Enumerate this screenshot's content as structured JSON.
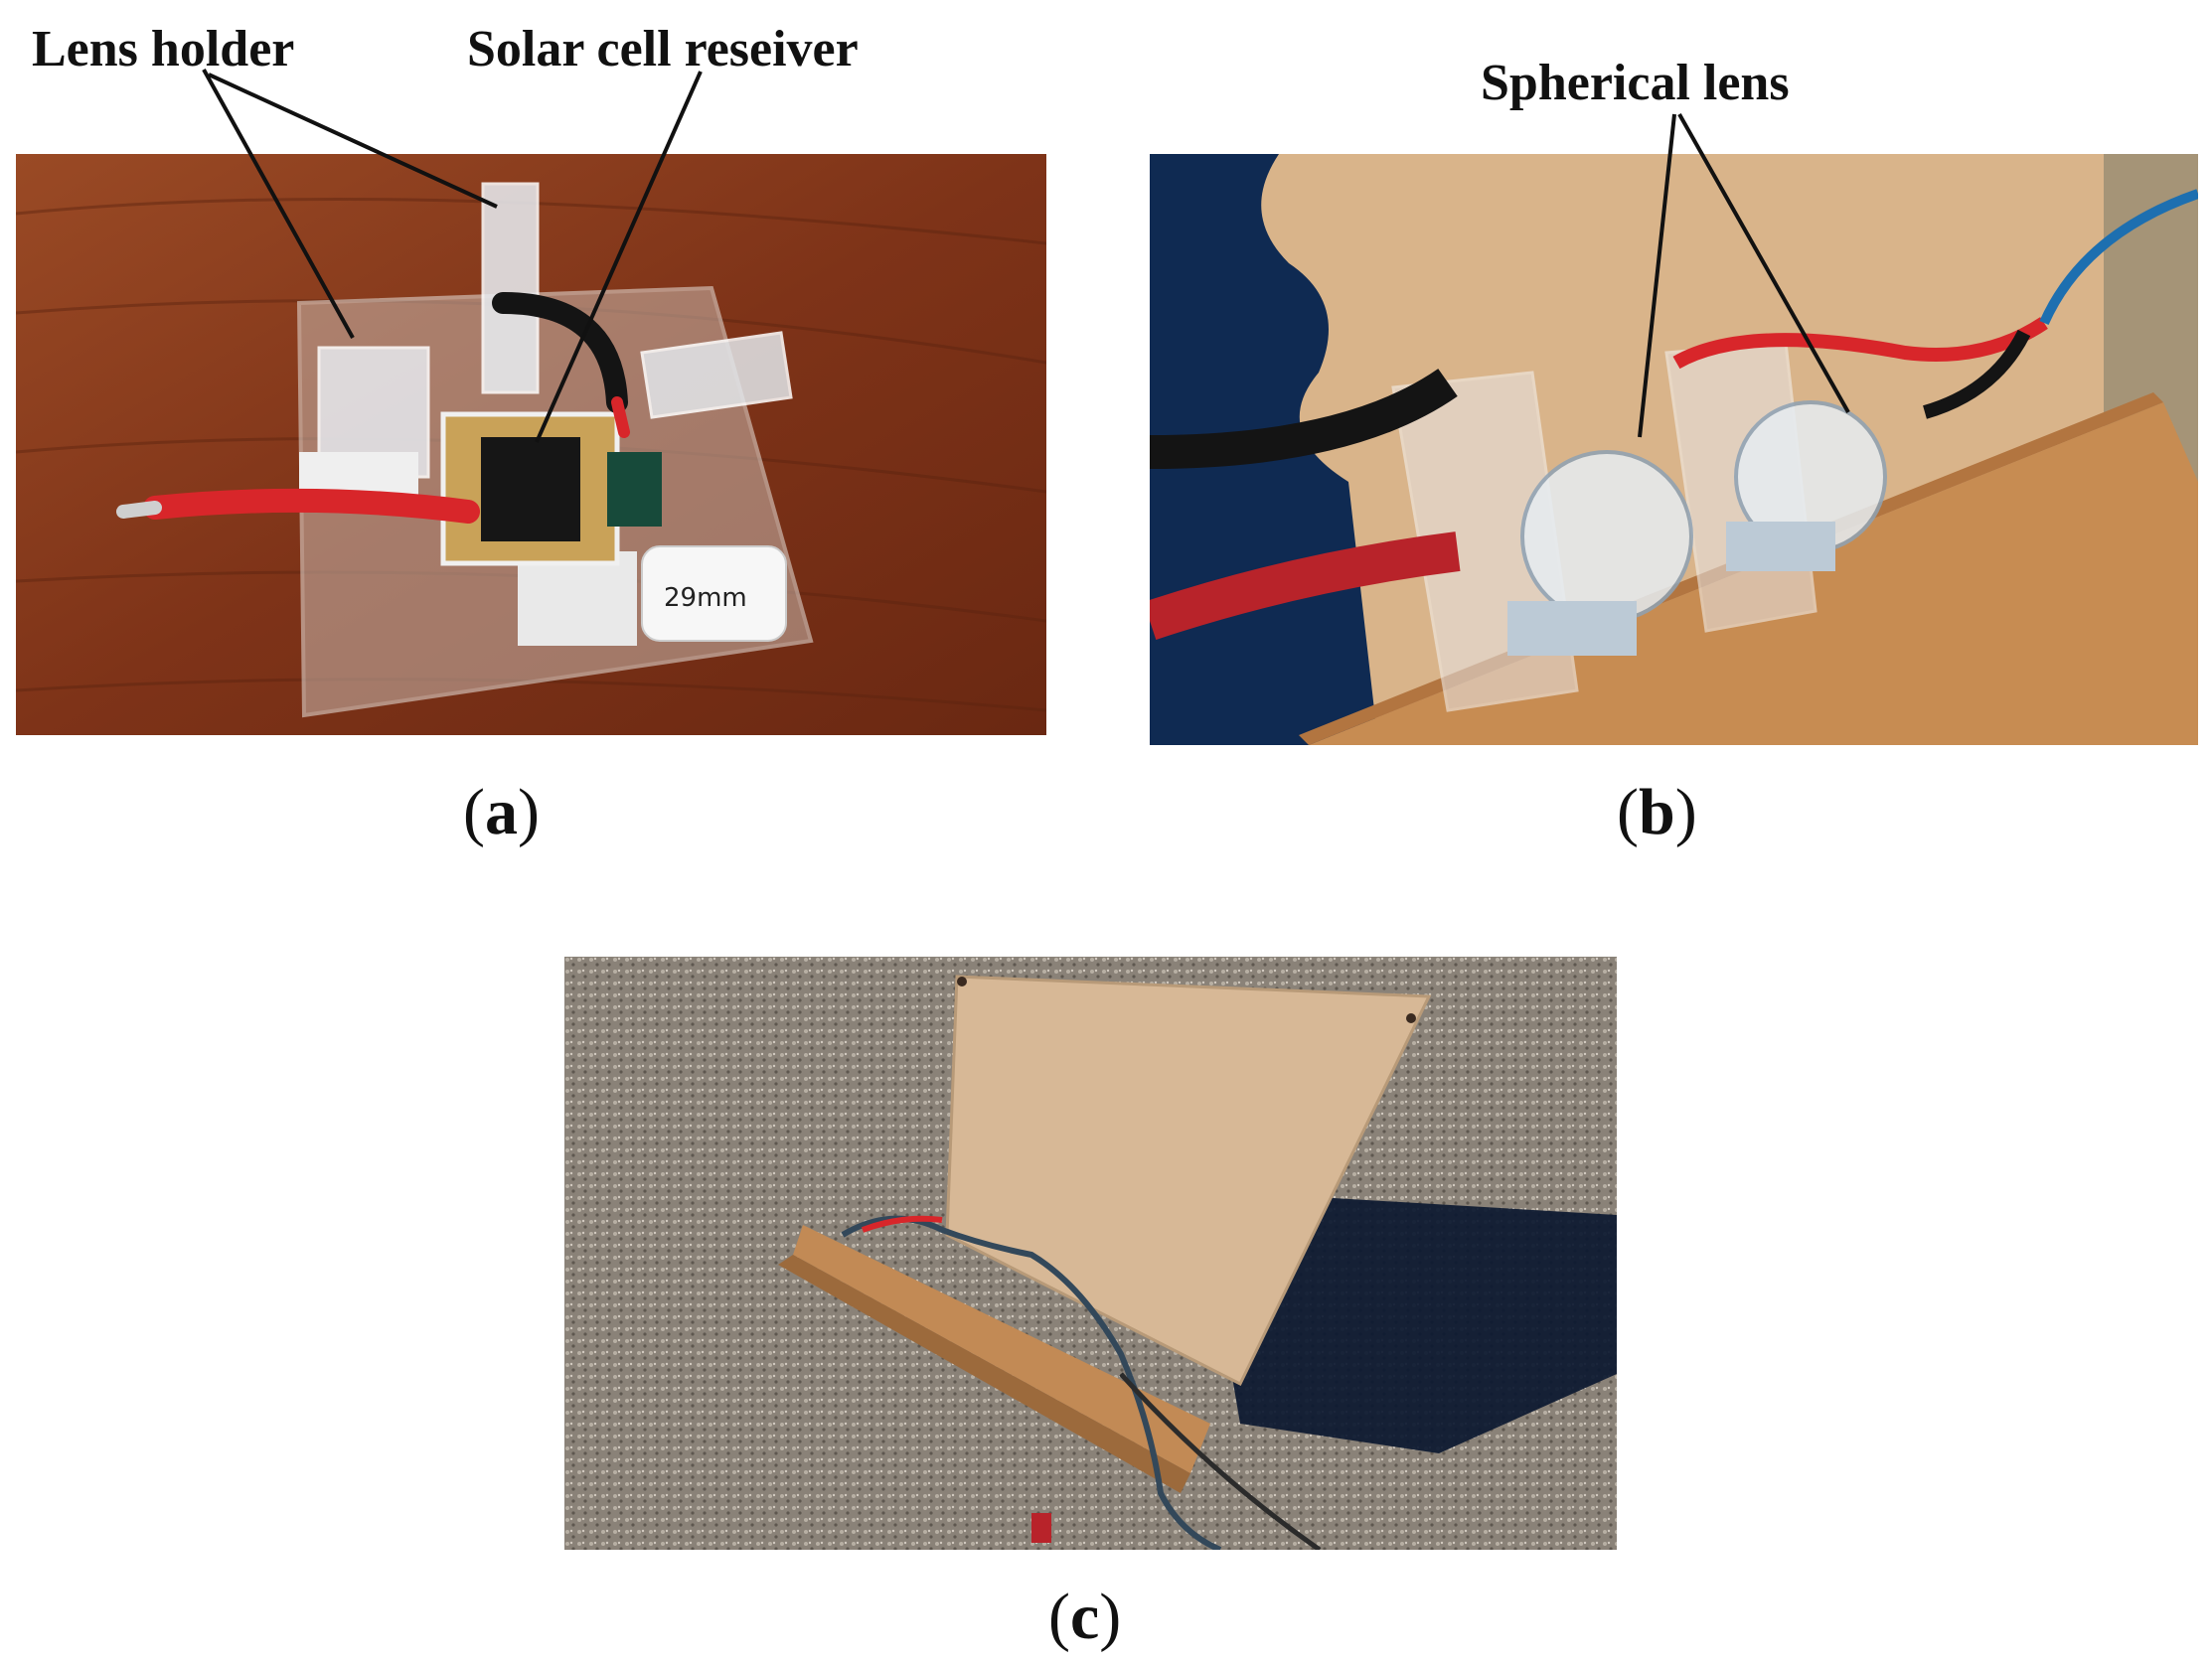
{
  "callouts": {
    "lens_holder": "Lens holder",
    "solar_cell_receiver": "Solar cell reseiver",
    "spherical_lens": "Spherical lens"
  },
  "captions": {
    "a": "a",
    "b": "b",
    "c": "c"
  },
  "panel_a": {
    "tag_text": "29mm"
  },
  "colors": {
    "wood_table": "#8b3a1c",
    "cable_red": "#d8262a",
    "cable_black": "#141414",
    "board_tan": "#d9b48a",
    "gravel": "#8a8278"
  }
}
